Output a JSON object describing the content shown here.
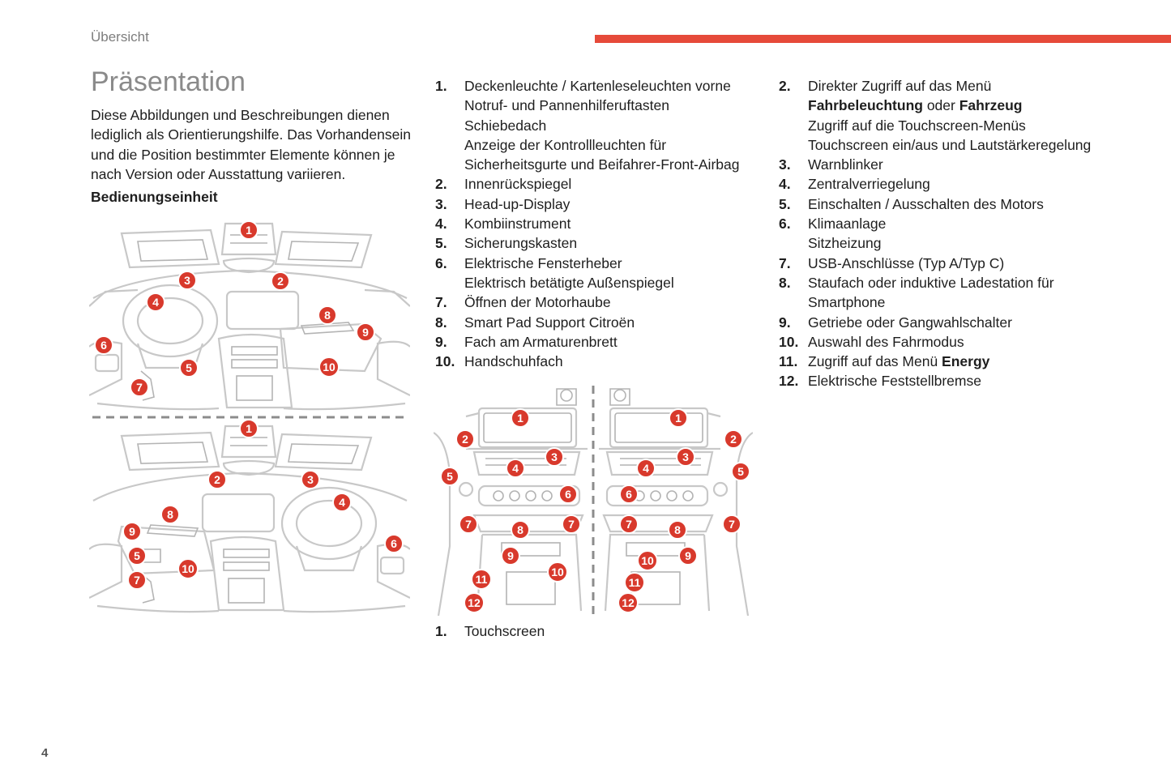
{
  "header": {
    "section": "Übersicht"
  },
  "title": "Präsentation",
  "intro": "Diese Abbildungen und Beschreibungen dienen lediglich als Orientierungshilfe. Das Vorhandensein und die Position bestimmter Elemente können je nach Version oder Ausstattung variieren.",
  "subheading": "Bedienungseinheit",
  "list1": [
    {
      "num": "1.",
      "lines": [
        "Deckenleuchte / Kartenleseleuchten vorne",
        "Notruf- und Pannenhilferuftasten",
        "Schiebedach",
        "Anzeige der Kontrollleuchten für",
        "Sicherheitsgurte und Beifahrer-Front-Airbag"
      ]
    },
    {
      "num": "2.",
      "lines": [
        "Innenrückspiegel"
      ]
    },
    {
      "num": "3.",
      "lines": [
        "Head-up-Display"
      ]
    },
    {
      "num": "4.",
      "lines": [
        "Kombiinstrument"
      ]
    },
    {
      "num": "5.",
      "lines": [
        "Sicherungskasten"
      ]
    },
    {
      "num": "6.",
      "lines": [
        "Elektrische Fensterheber",
        "Elektrisch betätigte Außenspiegel"
      ]
    },
    {
      "num": "7.",
      "lines": [
        "Öffnen der Motorhaube"
      ]
    },
    {
      "num": "8.",
      "lines": [
        "Smart Pad Support Citroën"
      ]
    },
    {
      "num": "9.",
      "lines": [
        "Fach am Armaturenbrett"
      ]
    },
    {
      "num": "10.",
      "lines": [
        "Handschuhfach"
      ]
    }
  ],
  "list2": [
    {
      "num": "2.",
      "l1": "Direkter Zugriff auf das Menü",
      "b1": "Fahrbeleuchtung",
      "mid": " oder ",
      "b2": "Fahrzeug",
      "l3": "Zugriff auf die Touchscreen-Menüs",
      "l4": "Touchscreen ein/aus und Lautstärkeregelung"
    },
    {
      "num": "3.",
      "text": "Warnblinker"
    },
    {
      "num": "4.",
      "text": "Zentralverriegelung"
    },
    {
      "num": "5.",
      "text": "Einschalten / Ausschalten des Motors"
    },
    {
      "num": "6.",
      "text": "Klimaanlage",
      "text2": "Sitzheizung"
    },
    {
      "num": "7.",
      "text": "USB-Anschlüsse (Typ A/Typ C)"
    },
    {
      "num": "8.",
      "text": "Staufach oder induktive Ladestation für",
      "text2": "Smartphone"
    },
    {
      "num": "9.",
      "text": "Getriebe oder Gangwahlschalter"
    },
    {
      "num": "10.",
      "text": "Auswahl des Fahrmodus"
    },
    {
      "num": "11.",
      "pre": "Zugriff auf das Menü ",
      "bold": "Energy"
    },
    {
      "num": "12.",
      "text": "Elektrische Feststellbremse"
    }
  ],
  "list3": [
    {
      "num": "1.",
      "text": "Touchscreen"
    }
  ],
  "callouts": {
    "n1": "1",
    "n2": "2",
    "n3": "3",
    "n4": "4",
    "n5": "5",
    "n6": "6",
    "n7": "7",
    "n8": "8",
    "n9": "9",
    "n10": "10",
    "n11": "11",
    "n12": "12"
  },
  "page_number": "4",
  "colors": {
    "accent": "#e64a3a",
    "callout": "#d8392c",
    "title": "#8a8a8a",
    "illustration": "#c8c8c8"
  }
}
